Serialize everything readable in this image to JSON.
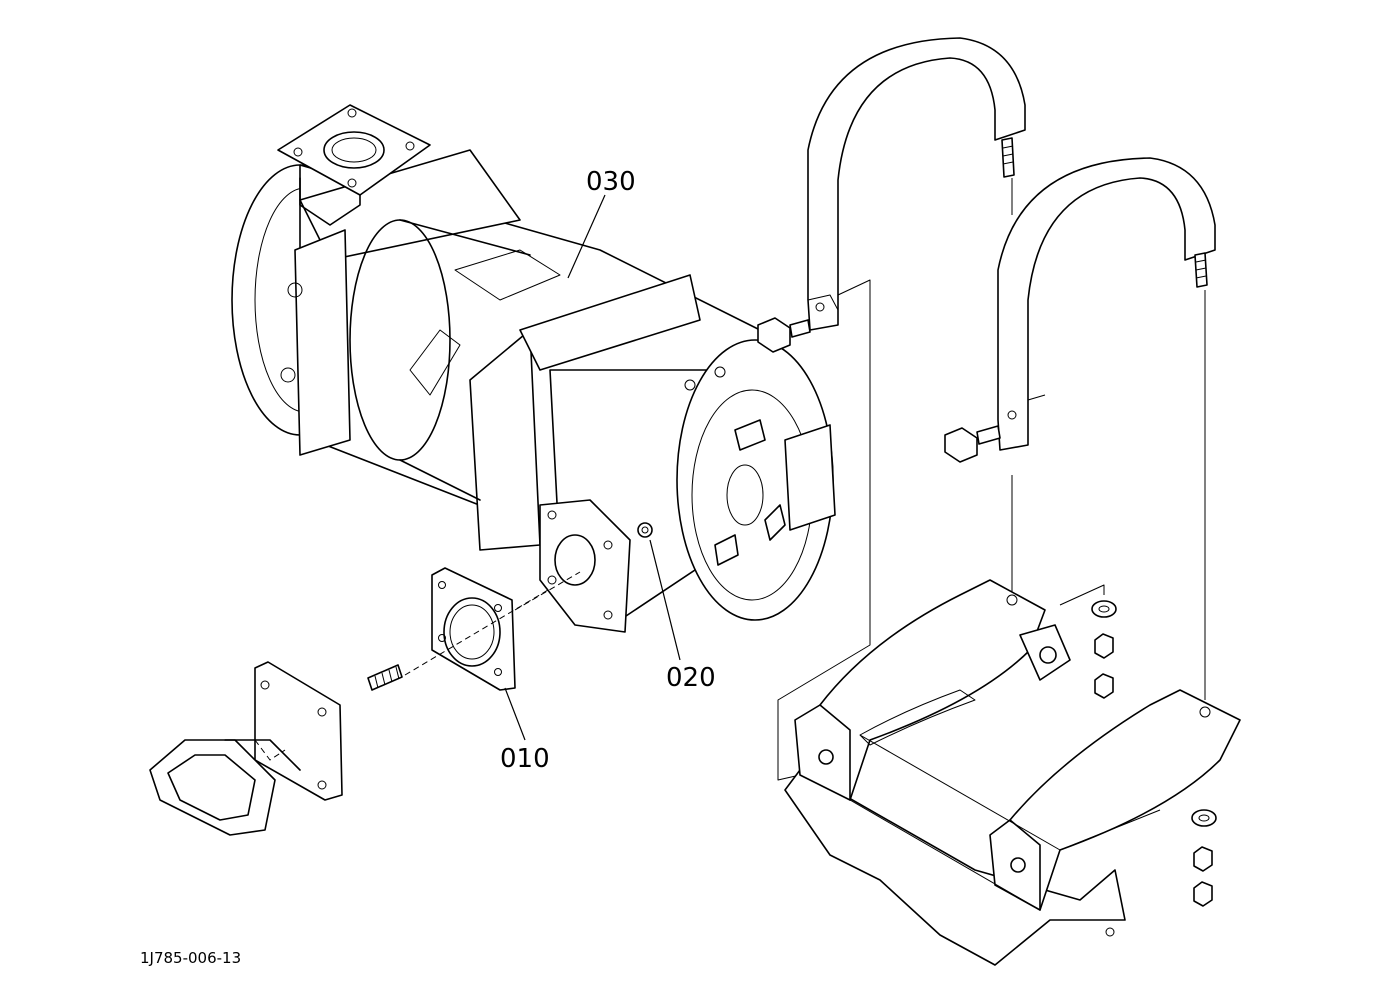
{
  "callouts": {
    "part_030": "030",
    "part_020": "020",
    "part_010": "010"
  },
  "drawing_number": "1J785-006-13"
}
